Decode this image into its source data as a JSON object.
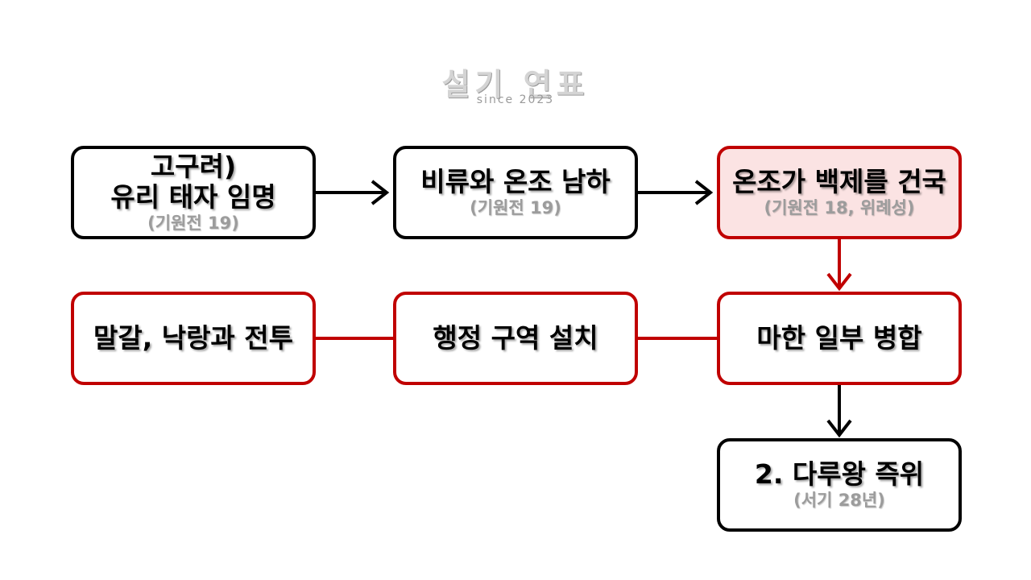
{
  "header": {
    "title": "설기 연표",
    "subtitle": "since 2023"
  },
  "nodes": [
    {
      "id": "n1",
      "lines": [
        "고구려)",
        "유리 태자 임명"
      ],
      "sub": "(기원전 19)"
    },
    {
      "id": "n2",
      "lines": [
        "비류와 온조 남하"
      ],
      "sub": "(기원전 19)"
    },
    {
      "id": "n3",
      "lines": [
        "온조가 백제를 건국"
      ],
      "sub": "(기원전 18, 위례성)"
    },
    {
      "id": "n4",
      "lines": [
        "마한 일부 병합"
      ]
    },
    {
      "id": "n5",
      "lines": [
        "행정 구역 설치"
      ]
    },
    {
      "id": "n6",
      "lines": [
        "말갈, 낙랑과 전투"
      ]
    },
    {
      "id": "n7",
      "lines": [
        "2. 다루왕 즉위"
      ],
      "sub": "(서기 28년)"
    }
  ],
  "colors": {
    "red_accent": "#c00000",
    "highlight_fill": "#fbe3e3",
    "subtext": "#9c9c9c"
  }
}
